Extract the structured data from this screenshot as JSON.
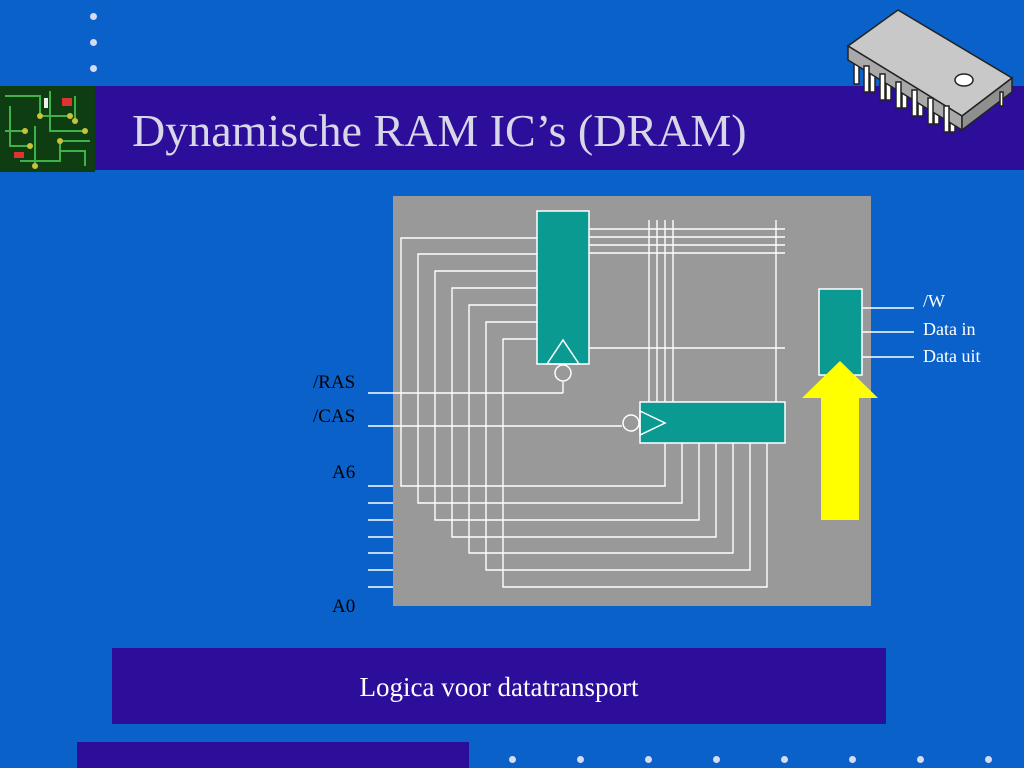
{
  "slide": {
    "title": "Dynamische RAM IC’s (DRAM)",
    "caption": "Logica voor datatransport"
  },
  "diagram": {
    "left_labels": {
      "ras": "/RAS",
      "cas": "/CAS",
      "a6": "A6",
      "a0": "A0"
    },
    "right_labels": {
      "w": "/W",
      "data_in": "Data in",
      "data_out": "Data uit"
    }
  },
  "icons": {
    "pcb": "circuit-board-icon",
    "chip": "ic-chip-icon",
    "arrow": "up-arrow-icon"
  },
  "colors": {
    "background": "#0a61c9",
    "band": "#2d0e9b",
    "panel": "#999999",
    "block": "#0b9a92",
    "arrow": "#ffff00"
  }
}
